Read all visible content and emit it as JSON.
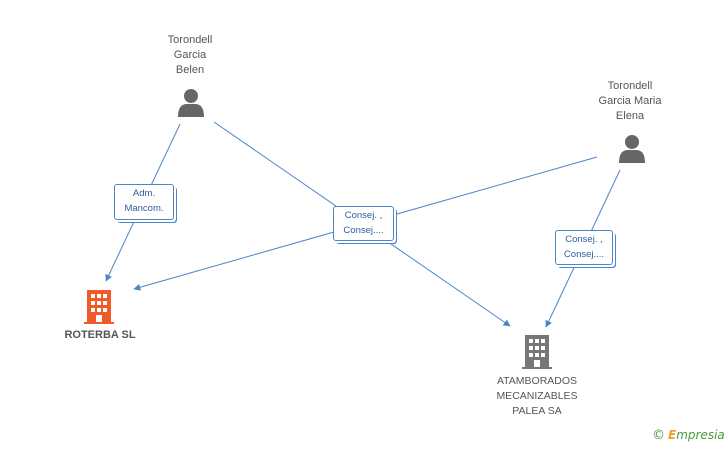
{
  "persons": [
    {
      "id": "p1",
      "lines": [
        "Torondell",
        "Garcia",
        "Belen"
      ]
    },
    {
      "id": "p2",
      "lines": [
        "Torondell",
        "Garcia Maria",
        "Elena"
      ]
    }
  ],
  "companies": [
    {
      "id": "c1",
      "lines": [
        "ROTERBA SL"
      ],
      "color": "#f05a28"
    },
    {
      "id": "c2",
      "lines": [
        "ATAMBORADOS",
        "MECANIZABLES",
        "PALEA SA"
      ],
      "color": "#777777"
    }
  ],
  "edge_labels": [
    {
      "id": "e1",
      "lines": [
        "Adm.",
        "Mancom."
      ]
    },
    {
      "id": "e2",
      "lines": [
        "Consej. ,",
        "Consej...."
      ]
    },
    {
      "id": "e3",
      "lines": [
        "Consej. ,",
        "Consej...."
      ]
    }
  ],
  "colors": {
    "edge": "#4a86c8",
    "person_icon": "#666666"
  },
  "brand": {
    "copyright": "©",
    "e": "E",
    "rest": "mpresia"
  }
}
